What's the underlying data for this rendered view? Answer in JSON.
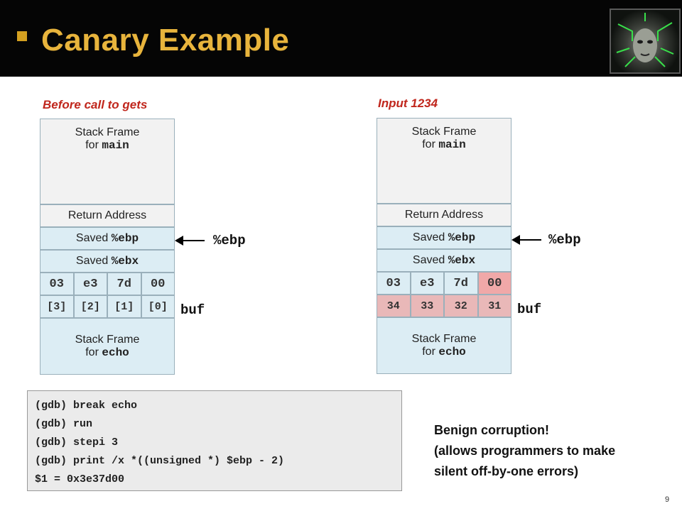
{
  "slide": {
    "title": "Canary Example",
    "page_number": "9"
  },
  "left": {
    "caption": "Before call to gets",
    "frame_main_line1": "Stack Frame",
    "frame_main_prefix": "for ",
    "frame_main_code": "main",
    "return_address": "Return Address",
    "saved_ebp_prefix": "Saved ",
    "saved_ebp_code": "%ebp",
    "saved_ebx_prefix": "Saved ",
    "saved_ebx_code": "%ebx",
    "bytes": [
      "03",
      "e3",
      "7d",
      "00"
    ],
    "indices": [
      "[3]",
      "[2]",
      "[1]",
      "[0]"
    ],
    "frame_echo_line1": "Stack Frame",
    "frame_echo_prefix": "for ",
    "frame_echo_code": "echo",
    "ebp_label": "%ebp",
    "buf_label": "buf"
  },
  "right": {
    "caption": "Input 1234",
    "frame_main_line1": "Stack Frame",
    "frame_main_prefix": "for ",
    "frame_main_code": "main",
    "return_address": "Return Address",
    "saved_ebp_prefix": "Saved ",
    "saved_ebp_code": "%ebp",
    "saved_ebx_prefix": "Saved ",
    "saved_ebx_code": "%ebx",
    "bytes": [
      "03",
      "e3",
      "7d",
      "00"
    ],
    "input_bytes": [
      "34",
      "33",
      "32",
      "31"
    ],
    "frame_echo_line1": "Stack Frame",
    "frame_echo_prefix": "for ",
    "frame_echo_code": "echo",
    "ebp_label": "%ebp",
    "buf_label": "buf"
  },
  "gdb": {
    "lines": [
      "(gdb) break echo",
      "(gdb) run",
      "(gdb) stepi 3",
      "(gdb) print /x *((unsigned *) $ebp - 2)",
      "$1 = 0x3e37d00"
    ]
  },
  "note": {
    "line1": "Benign corruption!",
    "line2": "(allows programmers to make",
    "line3": "silent off-by-one errors)"
  },
  "colors": {
    "title": "#e8b43c",
    "caption": "#c0261c",
    "cell_blue": "#dcedf4",
    "cell_gray": "#f2f2f2",
    "highlight_red": "#f0a8a8"
  }
}
